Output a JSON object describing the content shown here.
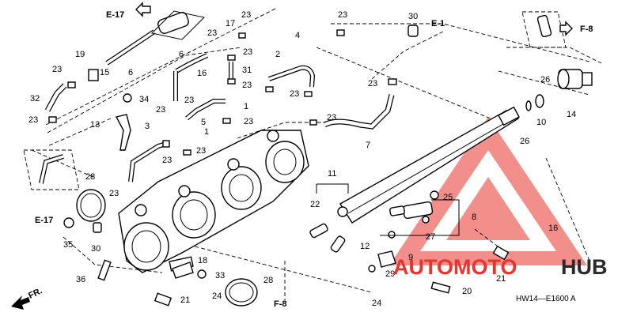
{
  "diagram": {
    "callouts": [
      "1",
      "1",
      "2",
      "3",
      "4",
      "5",
      "6",
      "6",
      "7",
      "8",
      "9",
      "10",
      "11",
      "12",
      "13",
      "14",
      "15",
      "16",
      "16",
      "17",
      "18",
      "19",
      "20",
      "21",
      "21",
      "22",
      "23",
      "24",
      "24",
      "25",
      "26",
      "26",
      "27",
      "28",
      "28",
      "29",
      "30",
      "30",
      "31",
      "32",
      "33",
      "34",
      "35",
      "36"
    ],
    "references": [
      "E-17",
      "E-1",
      "F-8",
      "E-17",
      "F-8"
    ],
    "direction_label": "FR.",
    "drawing_code": "HW14—E1600 A"
  },
  "watermark": {
    "brand_part1": "AUTOMOTO",
    "brand_part2": "HUB",
    "color_red": "#e8342c",
    "color_dark": "#2a2a2a"
  }
}
